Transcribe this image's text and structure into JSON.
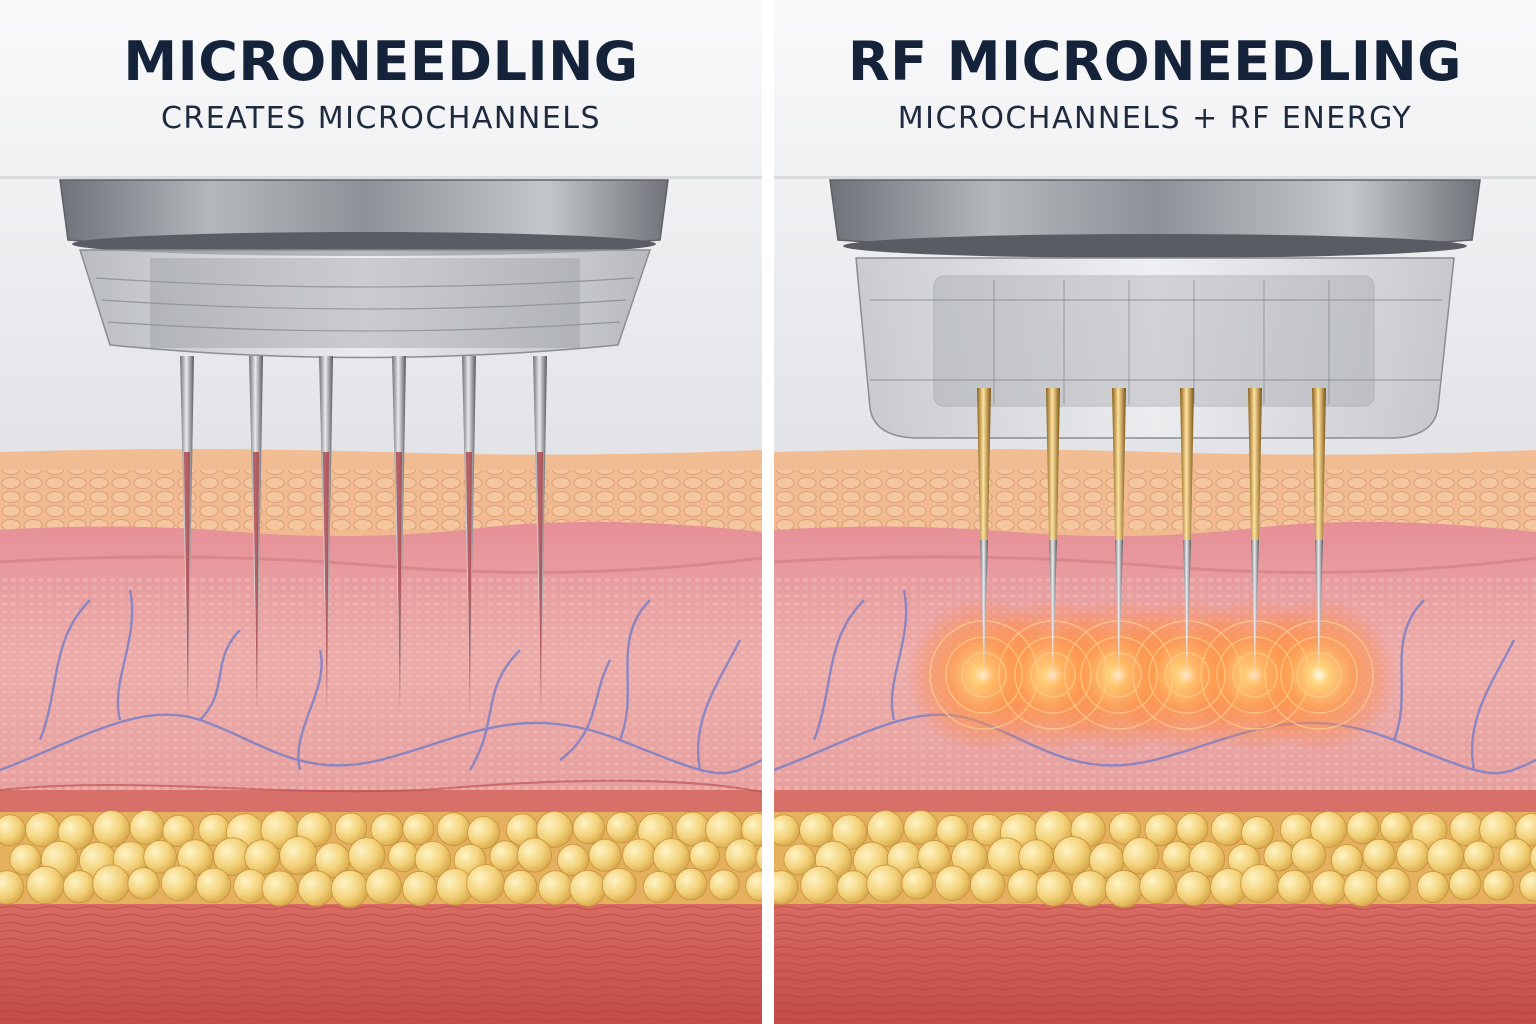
{
  "panels": {
    "left": {
      "title": "MICRONEEDLING",
      "subtitle": "CREATES MICROCHANNELS"
    },
    "right": {
      "title": "RF MICRONEEDLING",
      "subtitle": "MICROCHANNELS + RF ENERGY"
    }
  },
  "colors": {
    "title_text": "#14233a",
    "background_top": "#f3f4f6",
    "device_metal": "#8d9096",
    "needle_steel": "#b9bcc1",
    "needle_gold": "#d8a53c",
    "epidermis": "#efb98f",
    "dermis": "#e7a0a0",
    "vessels": "#7b7fc7",
    "fat": "#f1d077",
    "muscle": "#c84f4c",
    "rf_glow": "#ff8a3c"
  },
  "needle_count_per_panel": 6
}
